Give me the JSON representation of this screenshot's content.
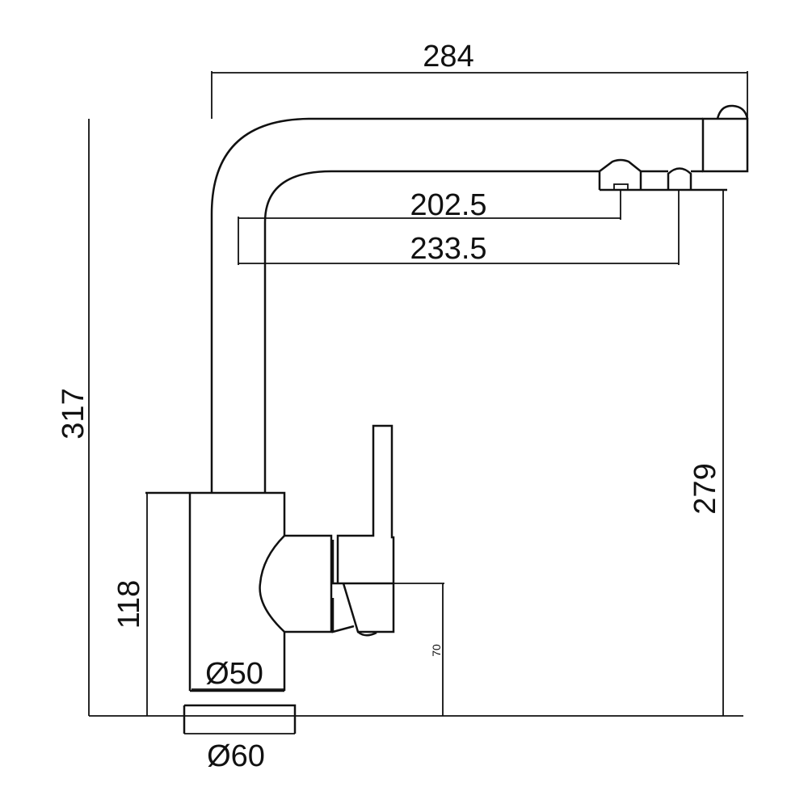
{
  "drawing": {
    "dimensions": {
      "overall_reach": "284",
      "aerator_reach_1": "202.5",
      "aerator_reach_2": "233.5",
      "overall_height": "317",
      "spout_clearance": "279",
      "body_height": "118",
      "lever_height": "70",
      "body_diameter": "Ø50",
      "base_diameter": "Ø60"
    },
    "line_color": "#111111"
  }
}
